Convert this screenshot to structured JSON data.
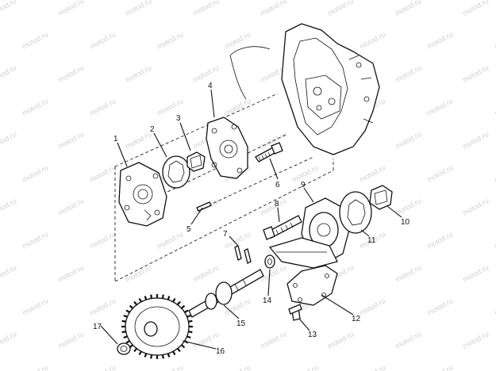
{
  "watermark": "motod.ru",
  "callouts": [
    {
      "id": "c1",
      "text": "1"
    },
    {
      "id": "c2",
      "text": "2"
    },
    {
      "id": "c3",
      "text": "3"
    },
    {
      "id": "c4",
      "text": "4"
    },
    {
      "id": "c5",
      "text": "5"
    },
    {
      "id": "c6",
      "text": "6"
    },
    {
      "id": "c7",
      "text": "7"
    },
    {
      "id": "c8",
      "text": "8"
    },
    {
      "id": "c9",
      "text": "9"
    },
    {
      "id": "c10",
      "text": "10"
    },
    {
      "id": "c11",
      "text": "11"
    },
    {
      "id": "c12",
      "text": "12"
    },
    {
      "id": "c13",
      "text": "13"
    },
    {
      "id": "c14",
      "text": "14"
    },
    {
      "id": "c15",
      "text": "15"
    },
    {
      "id": "c16",
      "text": "16"
    },
    {
      "id": "c17",
      "text": "17"
    }
  ]
}
